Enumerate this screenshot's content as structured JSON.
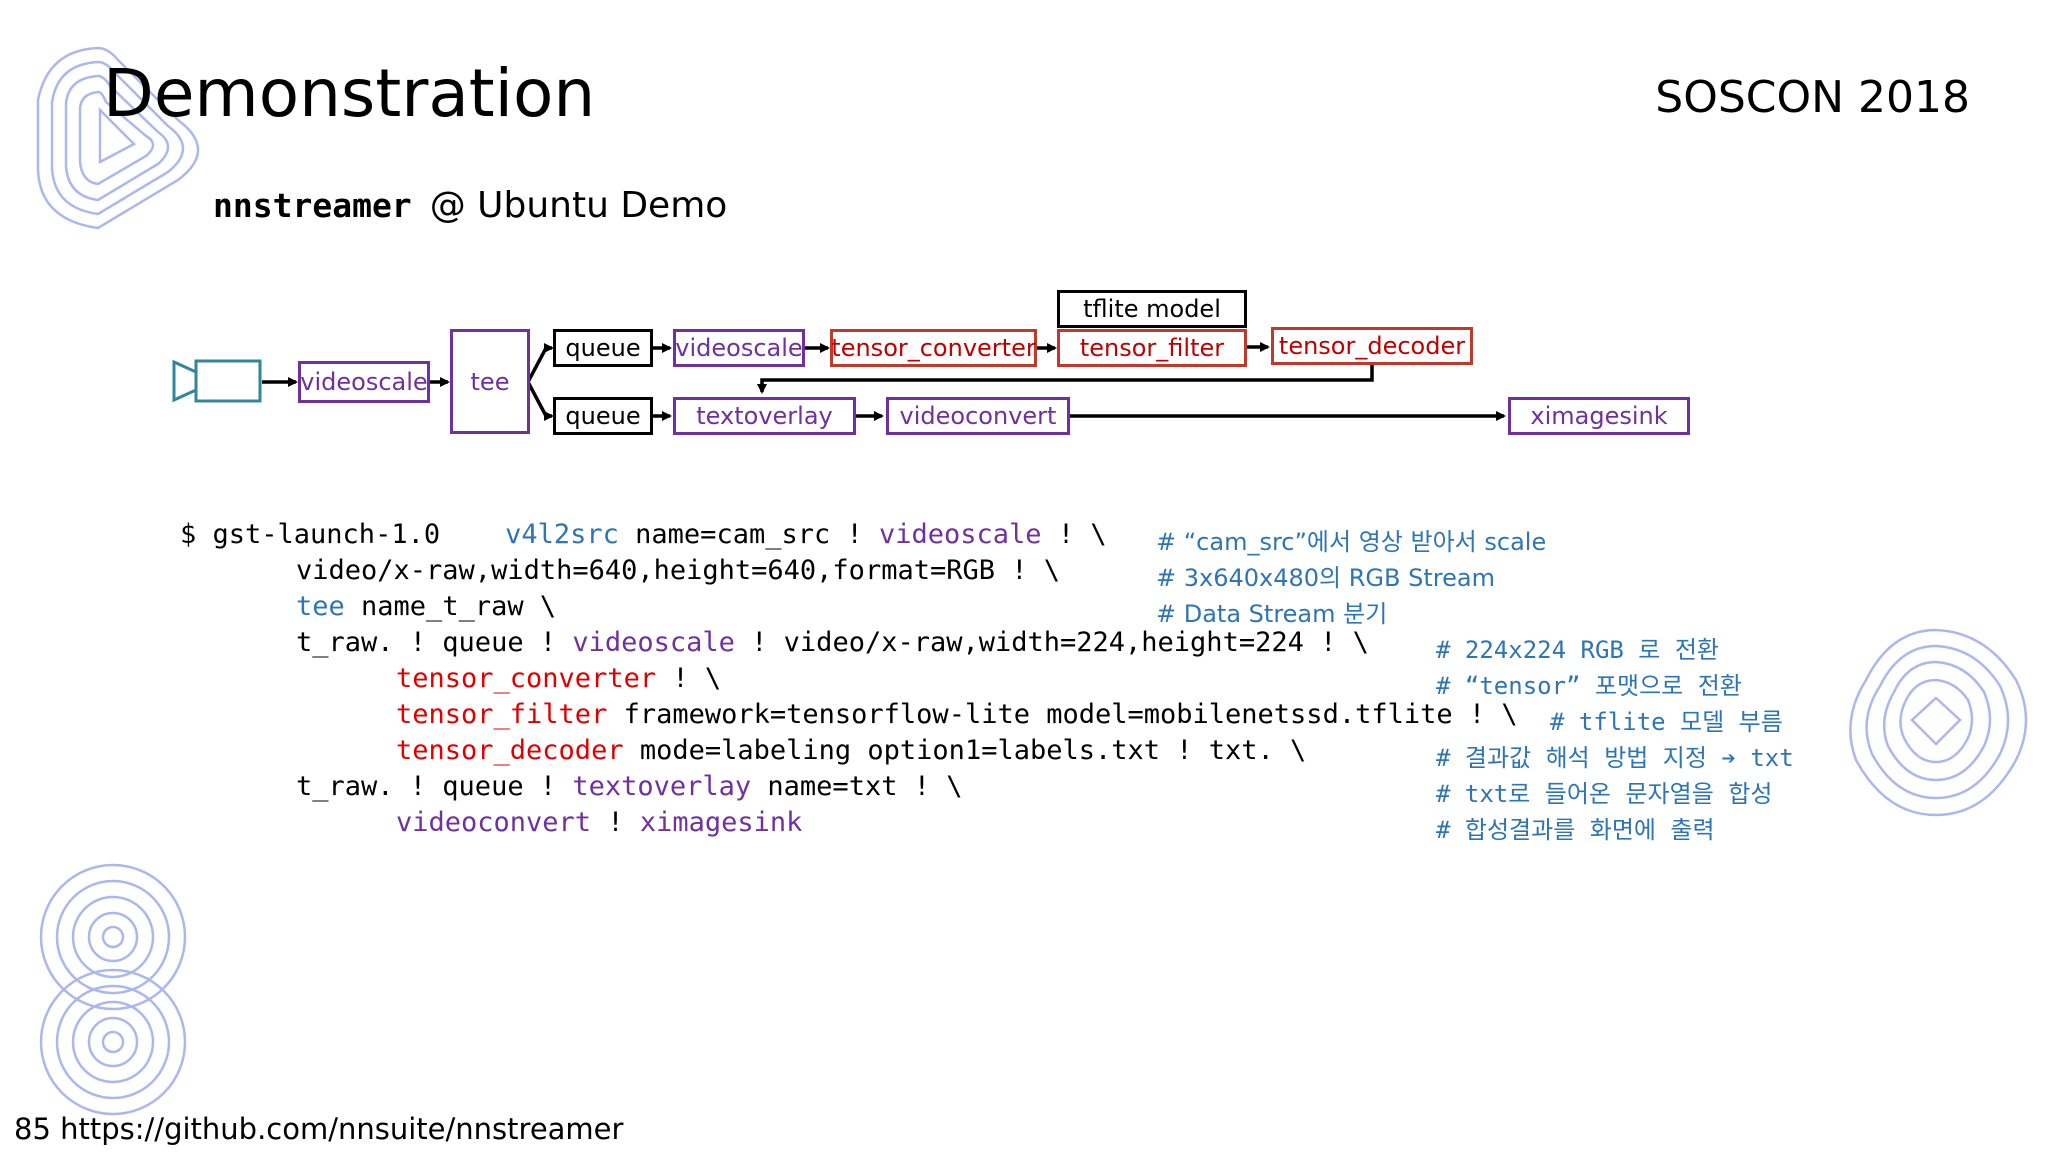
{
  "slide": {
    "title": "Demonstration",
    "conference": "SOSCON 2018",
    "subtitle_code": "nnstreamer",
    "subtitle_rest": "@ Ubuntu Demo",
    "page_number": "85",
    "footer_url": "https://github.com/nnsuite/nnstreamer"
  },
  "colors": {
    "purple": "#7030a0",
    "red": "#c00000",
    "blue": "#2e75b6",
    "camera": "#31859c"
  },
  "diagram": {
    "camera_icon": "video-camera-icon",
    "nodes": {
      "videoscale_1": "videoscale",
      "tee": "tee",
      "queue_top": "queue",
      "queue_bottom": "queue",
      "videoscale_2": "videoscale",
      "tensor_converter": "tensor_converter",
      "tflite_model": "tflite model",
      "tensor_filter": "tensor_filter",
      "tensor_decoder": "tensor_decoder",
      "textoverlay": "textoverlay",
      "videoconvert": "videoconvert",
      "ximagesink": "ximagesink"
    }
  },
  "code": {
    "line1": {
      "prefix": "$ gst-launch-1.0    ",
      "kw1": "v4l2src",
      "mid": " name=cam_src ! ",
      "kw2": "videoscale",
      "suffix": " ! \\"
    },
    "line2": {
      "text": "video/x-raw,width=640,height=640,format=RGB ! \\"
    },
    "line3": {
      "kw": "tee",
      "suffix": " name_t_raw \\"
    },
    "line4": {
      "prefix": "t_raw. ! queue ! ",
      "kw": "videoscale",
      "suffix": " ! video/x-raw,width=224,height=224 ! \\"
    },
    "line5": {
      "kw": "tensor_converter",
      "suffix": " ! \\"
    },
    "line6": {
      "kw": "tensor_filter",
      "suffix": " framework=tensorflow-lite model=mobilenetssd.tflite ! \\"
    },
    "line7": {
      "kw": "tensor_decoder",
      "suffix": " mode=labeling option1=labels.txt ! txt. \\"
    },
    "line8": {
      "prefix": "t_raw. ! queue ! ",
      "kw": "textoverlay",
      "suffix": " name=txt ! \\"
    },
    "line9": {
      "kw1": "videoconvert",
      "mid": " ! ",
      "kw2": "ximagesink"
    }
  },
  "comments": {
    "c1": "# “cam_src”에서 영상 받아서 scale",
    "c2": "# 3x640x480의 RGB Stream",
    "c3": "# Data Stream 분기",
    "c4": "# 224x224 RGB 로 전환",
    "c5": "# “tensor” 포맷으로 전환",
    "c6": "# tflite 모델 부름",
    "c7_pre": "# 결과값 해석 방법 지정 ",
    "c7_arrow": "➔",
    "c7_post": " txt",
    "c8": "# txt로 들어온 문자열을 합성",
    "c9": "# 합성결과를 화면에 출력"
  }
}
